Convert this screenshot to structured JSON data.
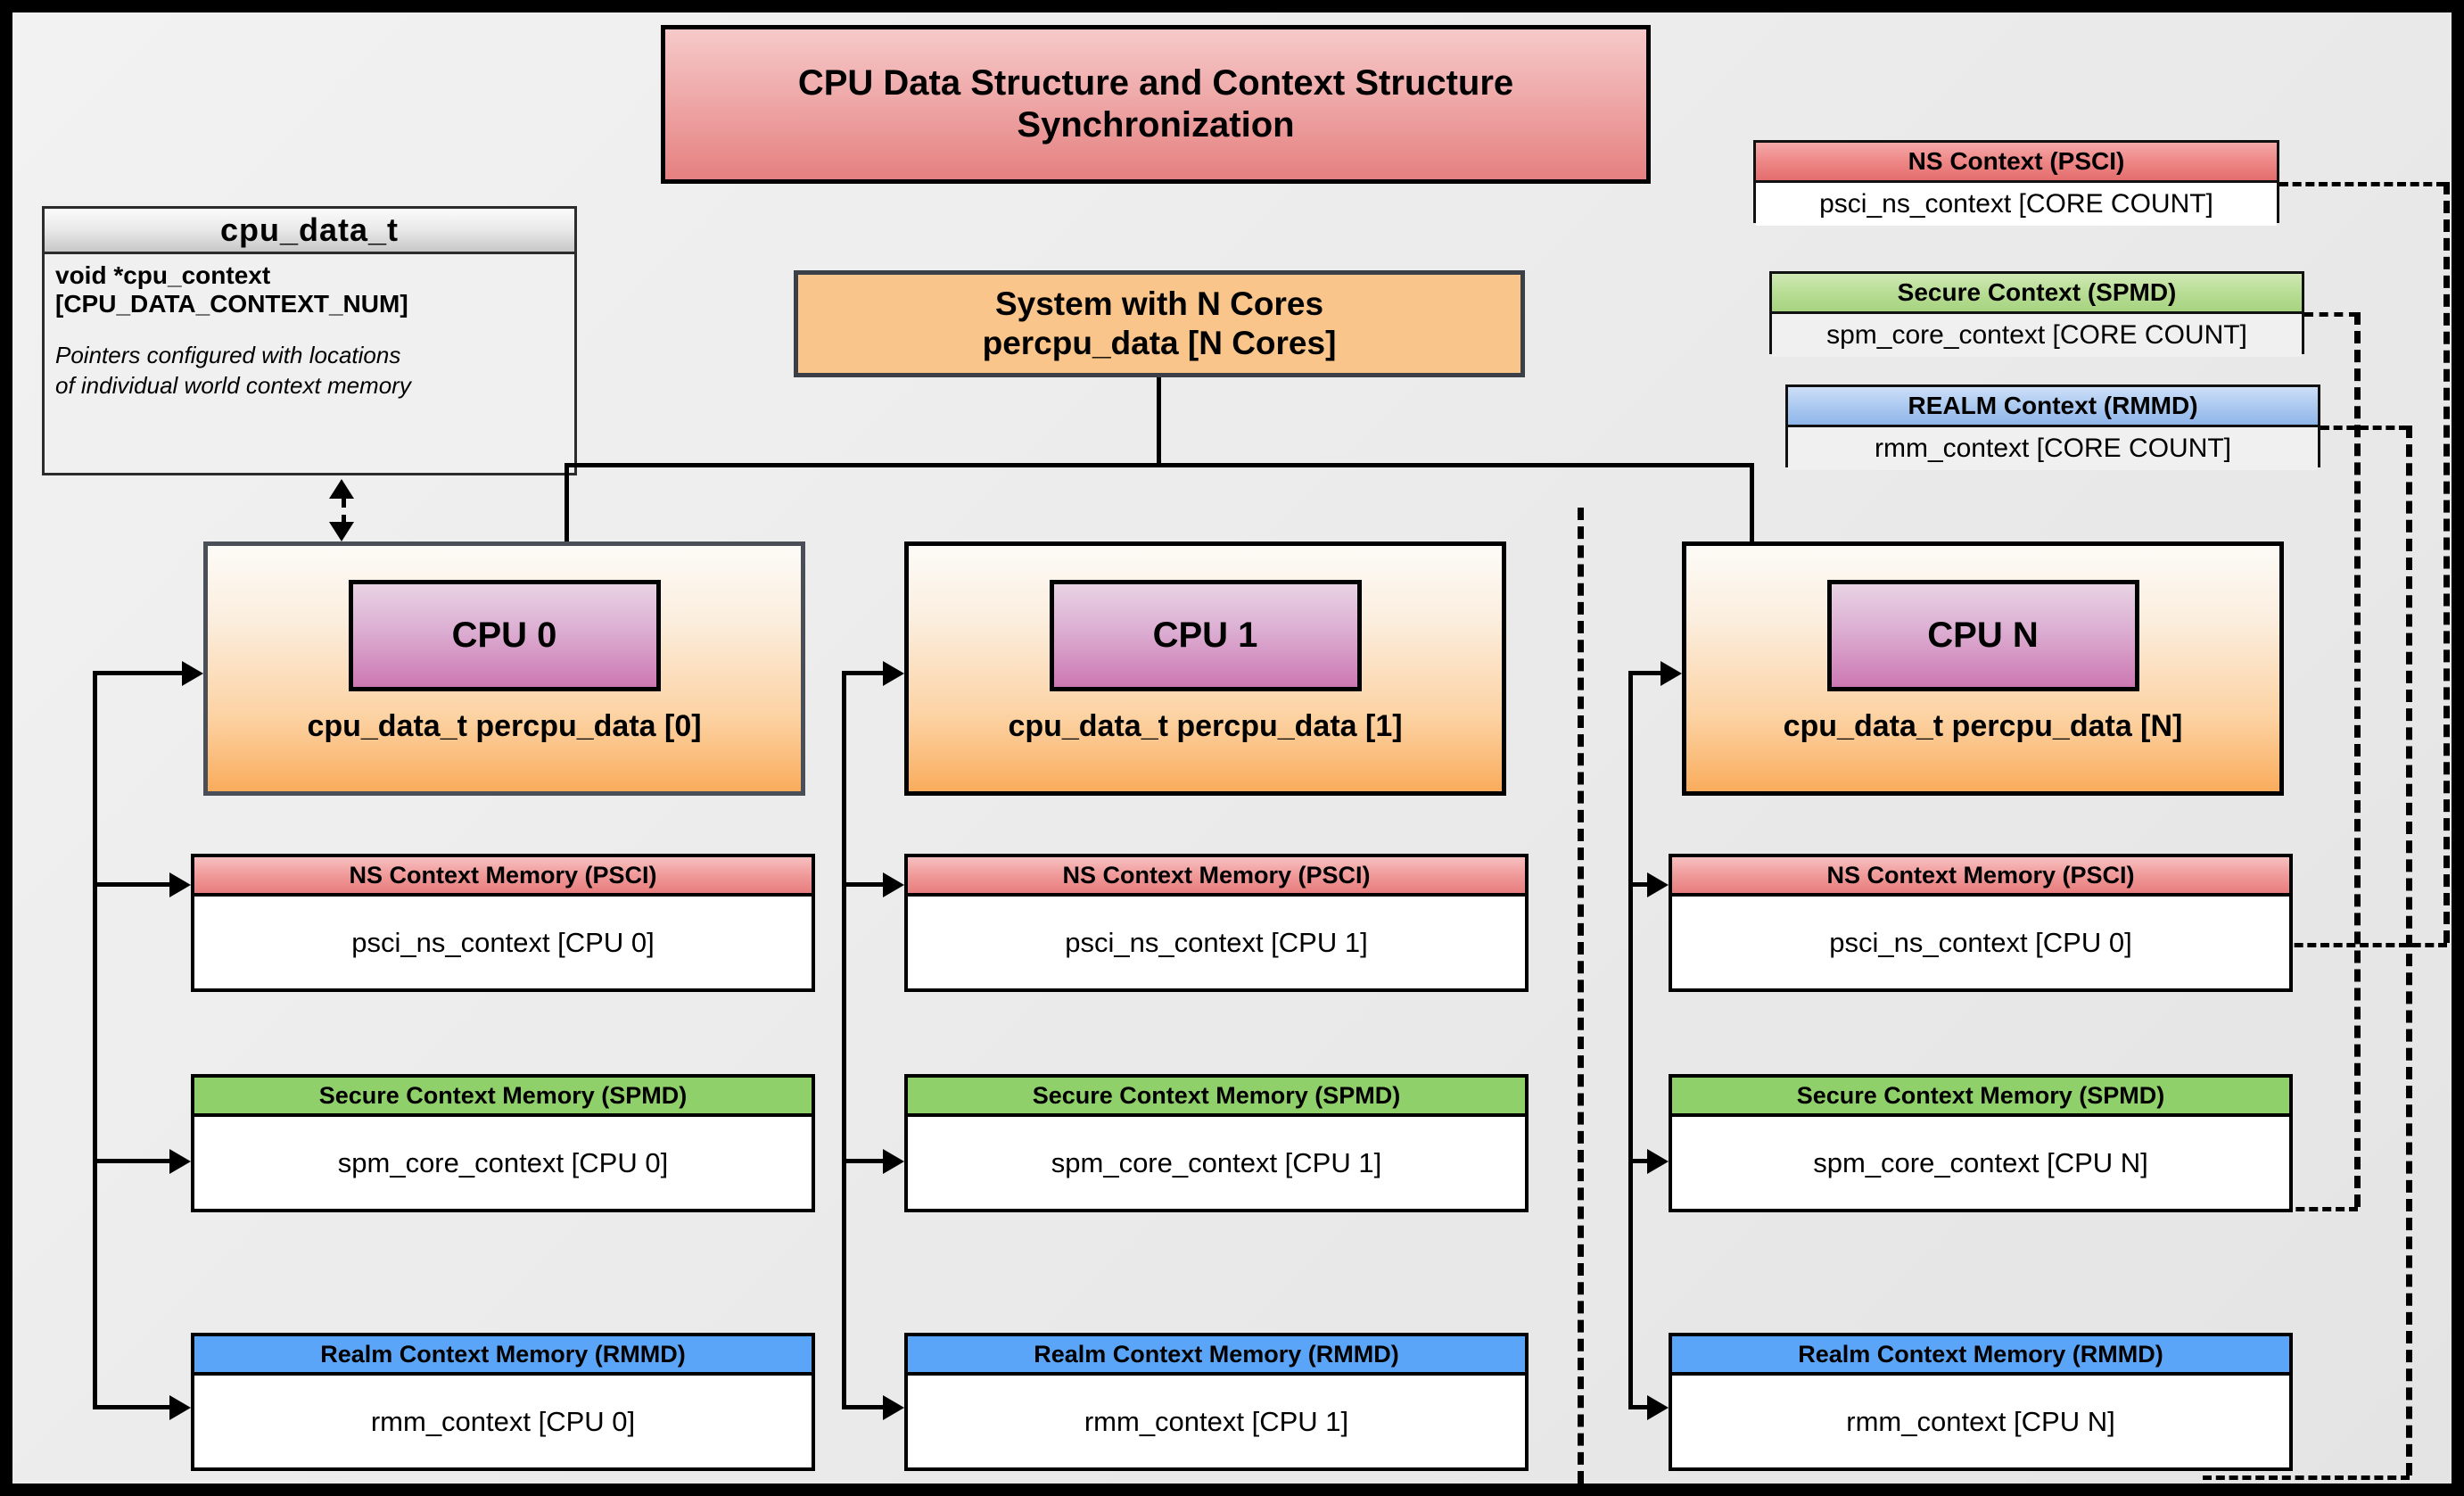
{
  "title": "CPU Data Structure and Context Structure Synchronization",
  "struct_card": {
    "name": "cpu_data_t",
    "field_line1": "void  *cpu_context",
    "field_line2": "[CPU_DATA_CONTEXT_NUM]",
    "note_line1": "Pointers configured with locations",
    "note_line2": "of individual world context memory"
  },
  "system_box": {
    "line1": "System with N Cores",
    "line2": "percpu_data [N Cores]"
  },
  "global_contexts": [
    {
      "header": "NS Context  (PSCI)",
      "value": "psci_ns_context [CORE COUNT]",
      "color": "#ee8787"
    },
    {
      "header": "Secure Context (SPMD)",
      "value": "spm_core_context [CORE COUNT]",
      "color": "#b6dc92"
    },
    {
      "header": "REALM Context (RMMD)",
      "value": "rmm_context [CORE COUNT]",
      "color": "#a9c7ef"
    }
  ],
  "cpus": [
    {
      "chip": "CPU 0",
      "label": "cpu_data_t percpu_data [0]",
      "memories": [
        {
          "header": "NS Context Memory (PSCI)",
          "value": "psci_ns_context [CPU 0]"
        },
        {
          "header": "Secure Context Memory (SPMD)",
          "value": "spm_core_context [CPU 0]"
        },
        {
          "header": "Realm Context Memory (RMMD)",
          "value": "rmm_context [CPU 0]"
        }
      ]
    },
    {
      "chip": "CPU 1",
      "label": "cpu_data_t percpu_data [1]",
      "memories": [
        {
          "header": "NS Context Memory (PSCI)",
          "value": "psci_ns_context [CPU 1]"
        },
        {
          "header": "Secure Context Memory (SPMD)",
          "value": "spm_core_context [CPU 1]"
        },
        {
          "header": "Realm Context Memory (RMMD)",
          "value": "rmm_context [CPU 1]"
        }
      ]
    },
    {
      "chip": "CPU N",
      "label": "cpu_data_t percpu_data [N]",
      "memories": [
        {
          "header": "NS Context Memory (PSCI)",
          "value": "psci_ns_context [CPU 0]"
        },
        {
          "header": "Secure Context Memory (SPMD)",
          "value": "spm_core_context [CPU N]"
        },
        {
          "header": "Realm Context Memory (RMMD)",
          "value": "rmm_context [CPU N]"
        }
      ]
    }
  ],
  "colors": {
    "ns": "#ee8787",
    "secure": "#8fd06a",
    "realm": "#5aa5f7",
    "cpu_chip": "#cc78b2",
    "system": "#f9c58a",
    "title": "#e58080",
    "background": "#ececec",
    "frame": "#000000"
  }
}
